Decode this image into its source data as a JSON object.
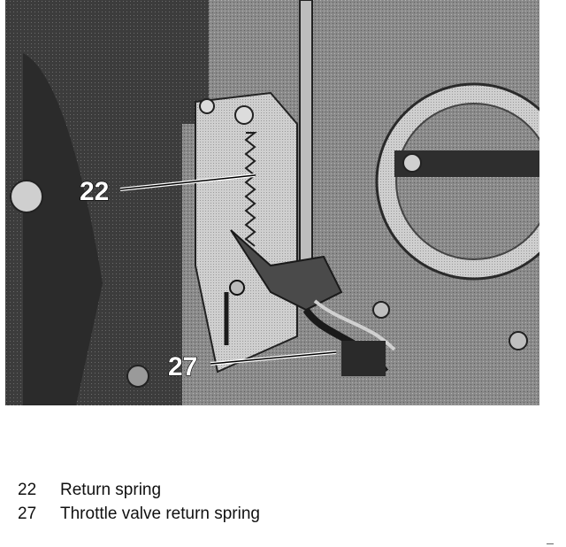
{
  "figure": {
    "callouts": [
      {
        "number": "22"
      },
      {
        "number": "27"
      }
    ]
  },
  "legend": [
    {
      "number": "22",
      "label": "Return spring"
    },
    {
      "number": "27",
      "label": "Throttle valve return spring"
    }
  ]
}
